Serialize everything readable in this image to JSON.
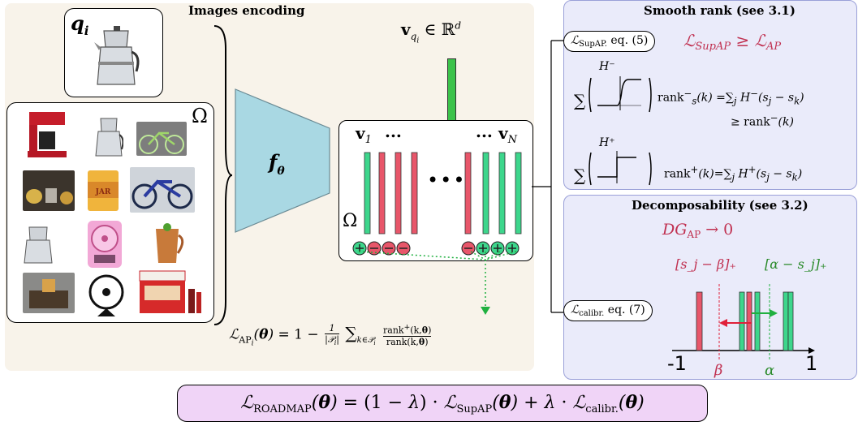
{
  "encoding": {
    "title": "Images encoding",
    "query_label": "q_i",
    "set_label": "Ω",
    "network_label": "f_θ",
    "embedding_label": "v_{q_i} ∈ ℝ^d",
    "v1_label": "v₁",
    "vn_label": "v_N",
    "dots": "...",
    "mid_dots": "•••",
    "omega_label": "Ω",
    "ap_formula": "ℒ_AP_i(θ) = 1 − 1/|𝒫_i| ∑_{k∈𝒫_i} rank⁺(k,θ) / rank(k,θ)"
  },
  "smooth_rank": {
    "title": "Smooth rank (see 3.1)",
    "supap_label": "ℒ_SupAP. eq. (5)",
    "bound": "ℒ_SupAP ≥ ℒ_AP",
    "h_minus": "H⁻",
    "rank_minus_formula": "rank⁻_s(k) = ∑_j H⁻(s_j − s_k)",
    "rank_minus_bound": "≥ rank⁻(k)",
    "h_plus": "H⁺",
    "rank_plus_formula": "rank⁺(k) = ∑_j H⁺(s_j − s_k)",
    "sum_symbol": "∑"
  },
  "decomposability": {
    "title": "Decomposability (see 3.2)",
    "dg_formula": "DG_AP → 0",
    "calibr_label": "ℒ_calibr. eq. (7)",
    "beta_term": "[s_j − β]₊",
    "alpha_term": "[α − s_j]₊",
    "axis_min": "-1",
    "axis_max": "1",
    "beta": "β",
    "alpha": "α"
  },
  "final_loss": "ℒ_ROADMAP(θ) = (1 − λ) · ℒ_SupAP(θ) + λ · ℒ_calibr.(θ)",
  "bars": {
    "left_group": [
      "green",
      "red",
      "red",
      "red"
    ],
    "right_group": [
      "red",
      "green",
      "green",
      "green"
    ],
    "left_signs": [
      "plus",
      "minus",
      "minus",
      "minus"
    ],
    "right_signs": [
      "minus",
      "plus",
      "plus",
      "plus"
    ]
  },
  "colors": {
    "positive": "#3dd68c",
    "negative": "#e8566a",
    "network": "#a9d8e3",
    "panel_bg": "#f8f3ea",
    "right_bg": "#eaebfa",
    "final_bg": "#f0d4f7",
    "arrow_red": "#e0203a",
    "arrow_green": "#20b040"
  },
  "icons": [
    "coffee-maker-icon",
    "moka-pot-icon",
    "bicycle-icon",
    "mug-icon",
    "fan-icon",
    "toaster-icon",
    "hotdog-roller-icon"
  ]
}
